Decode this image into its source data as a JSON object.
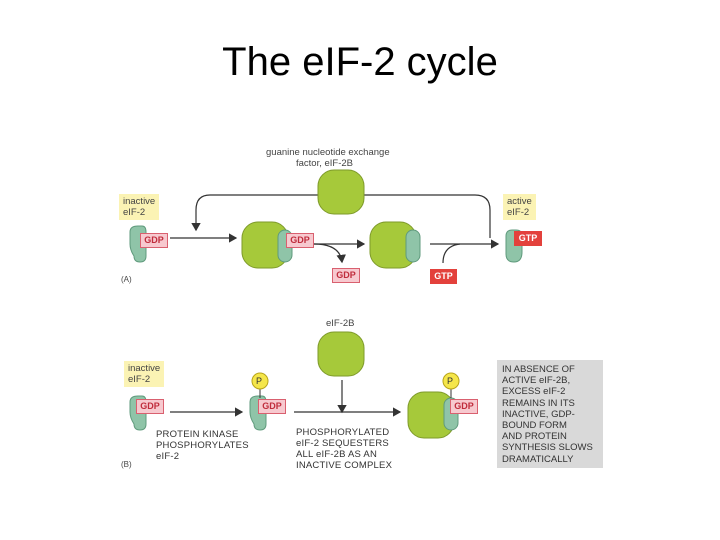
{
  "title": "The eIF-2 cycle",
  "panel_a": {
    "factor_label_line1": "guanine nucleotide exchange",
    "factor_label_line2": "factor, eIF-2B",
    "inactive_line1": "inactive",
    "inactive_line2": "eIF-2",
    "active_line1": "active",
    "active_line2": "eIF-2",
    "gdp": "GDP",
    "gtp": "GTP",
    "panel_label": "(A)"
  },
  "panel_b": {
    "factor_label": "eIF-2B",
    "inactive_line1": "inactive",
    "inactive_line2": "eIF-2",
    "gdp": "GDP",
    "phosphate": "P",
    "kinase_line1": "PROTEIN KINASE",
    "kinase_line2": "PHOSPHORYLATES",
    "kinase_line3": "eIF-2",
    "sequester_line1": "PHOSPHORYLATED",
    "sequester_line2": "eIF-2 SEQUESTERS",
    "sequester_line3": "ALL eIF-2B AS AN",
    "sequester_line4": "INACTIVE COMPLEX",
    "note_lines": [
      "IN ABSENCE OF",
      "ACTIVE eIF-2B,",
      "EXCESS eIF-2",
      "REMAINS IN ITS",
      "INACTIVE, GDP-",
      "BOUND FORM",
      "AND PROTEIN",
      "SYNTHESIS SLOWS",
      "DRAMATICALLY"
    ],
    "panel_label": "(B)"
  },
  "colors": {
    "green_blob": "#a6c93a",
    "teal_protein": "#8fc4a8",
    "gdp_fill": "#f7c9cf",
    "gtp_fill": "#e3413c",
    "label_yellow": "#fbf3b4",
    "note_gray": "#d9d9d9"
  }
}
